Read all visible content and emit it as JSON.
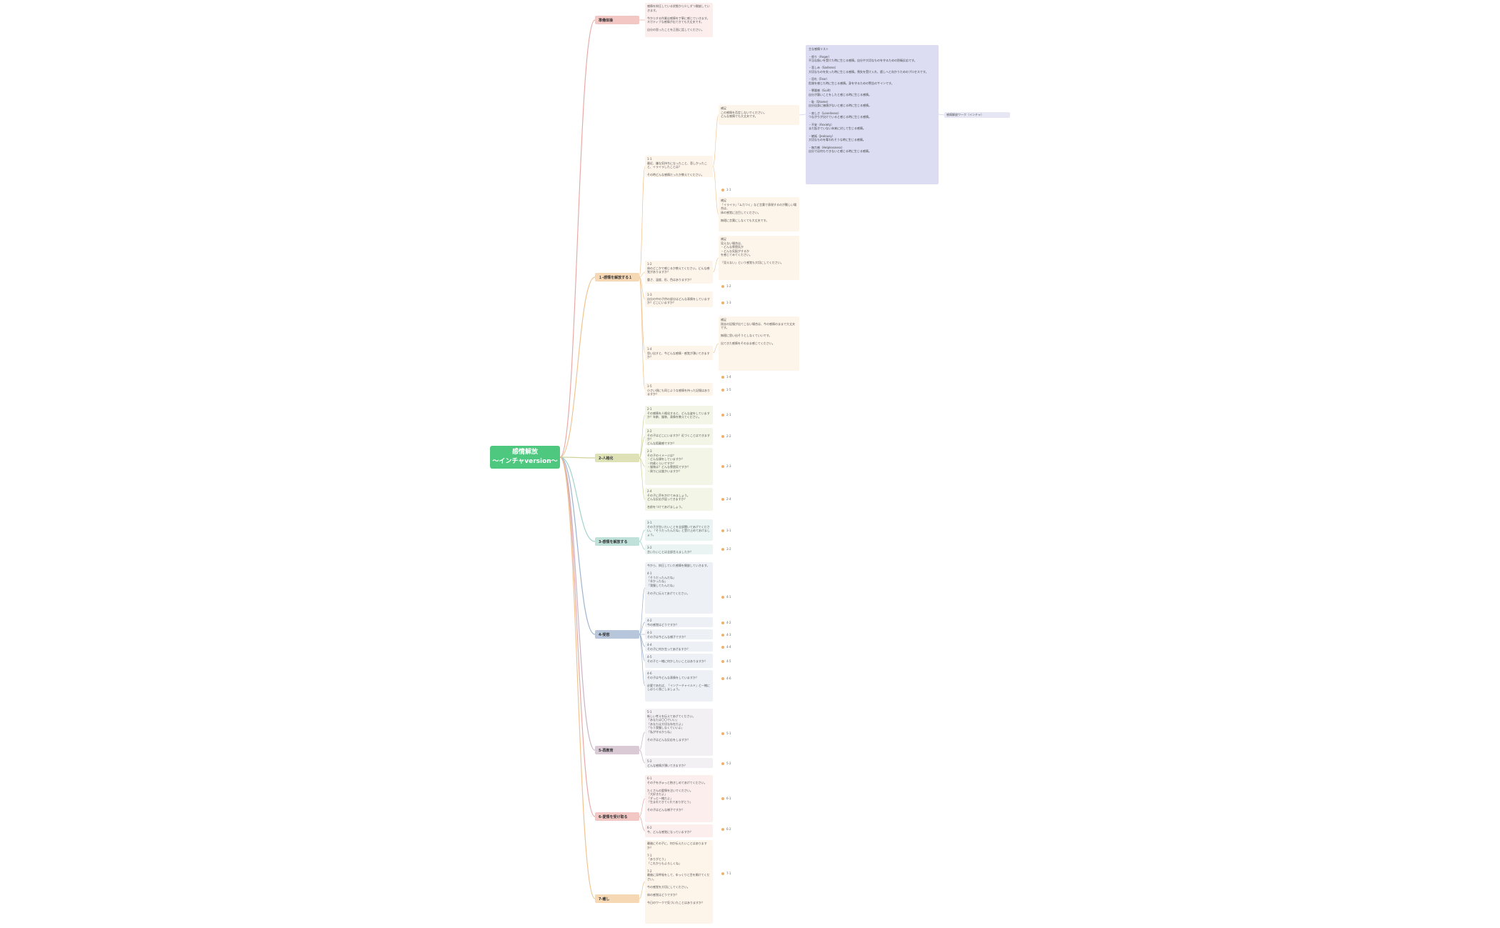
{
  "root": {
    "title": "感情解放\n〜インチャversion〜"
  },
  "branches": [
    {
      "label": "準備体操"
    },
    {
      "label": "１-感情を解放する１"
    },
    {
      "label": "2-人格化"
    },
    {
      "label": "3-感情を解放する"
    },
    {
      "label": "4-受容"
    },
    {
      "label": "5-再教育"
    },
    {
      "label": "6-愛情を受け取る"
    },
    {
      "label": "7-癒し"
    }
  ],
  "notes": [
    {
      "text": "感情を抑圧している状態から少しずつ開放していきます。\n\n今からする作業は感情を丁寧に感じていきます。ネガティブな感情が出てきても大丈夫です。\n\n自分の思ったことを正直に話してください。"
    },
    {
      "text": "1-1\n最近、嫌な気持ちになったこと、悲しかったこと、イライラしたことは？\n\nその時どんな感情だったか教えてください。"
    },
    {
      "text": "1-2\n体のどこかで感じるか教えてください。どんな感覚がありますか？\n\n重さ、温度、形、色はありますか？"
    },
    {
      "text": "1-3\n自分の中の子供の部分はどんな表情をしていますか？どこにいますか？"
    },
    {
      "text": "1-4\n思い出すと、今どんな感情・感覚が湧いてきますか？"
    },
    {
      "text": "1-5\n小さい頃にも同じような感情を持った記憶はありますか？"
    },
    {
      "text": "2-1\nその感情を人格化すると、どんな姿をしていますか？年齢、服装、表情を教えてください。"
    },
    {
      "text": "2-2\nその子はどこにいますか？近づくことはできますか？\nどんな距離感ですか？"
    },
    {
      "text": "2-3\nその子のイメージは？\n・どんな顔をしていますか？\n・何歳くらいですか？\n・服装は？どんな雰囲気ですか？\n・周りには誰かいますか？"
    },
    {
      "text": "2-4\nその子に声をかけてみましょう。\nどんな反応が返ってきますか？\n\n名前をつけてあげましょう。"
    },
    {
      "text": "3-1\nその子が言いたいことを全部聞いてあげてください。「そうだったんだね」と受け止めてあげましょう。"
    },
    {
      "text": "3-2\n言いたいことは全部言えましたか？"
    },
    {
      "text": "今から、抑圧していた感情を開放していきます。\n\n4-1\n「そうだったんだね」\n「辛かったね」\n「我慢してたんだね」\n\nその子に伝えてあげてください。"
    },
    {
      "text": "4-2\n今の感覚はどうですか？"
    },
    {
      "text": "4-3\nその子は今どんな様子ですか？"
    },
    {
      "text": "4-4\nその子に何か言ってあげますか？"
    },
    {
      "text": "4-5\nその子と一緒に何かしたいことはありますか？"
    },
    {
      "text": "4-6\nその子は今どんな表情をしていますか？\n\n必要であれば、「インナーチャイルド」と一緒にしばらく過ごしましょう。"
    },
    {
      "text": "5-1\n新しい考えを伝えてあげてください。\n「あなたは〇〇でいい」\n「あなたは大切な存在だよ」\n「もう我慢しなくていいよ」\n「私が守るからね」\n\nその子はどんな反応をしますか？"
    },
    {
      "text": "5-2\nどんな感情が湧いてきますか？"
    },
    {
      "text": "6-1\nその子をぎゅっと抱きしめてあげてください。\n\nたくさんの愛情を注いでください。\n「大好きだよ」\n「ずっと一緒だよ」\n「生まれてきてくれてありがとう」\n\nその子はどんな様子ですか？"
    },
    {
      "text": "6-2\n今、どんな感覚になっていますか？"
    },
    {
      "text": "最後にその子に、何か伝えたいことはありますか？\n\n7-1\n「ありがとう」\n「これからもよろしくね」\n\n7-2\n最後に深呼吸をして、ゆっくりと目を開けてください。\n\n今の感覚を大切にしてください。\n\n体の感覚はどうですか？\n\n今日のワークで気づいたことはありますか？"
    }
  ],
  "leaves": [
    {
      "text": "補足\nこの感情を否定しないでください。\nどんな感情でも大丈夫です。"
    },
    {
      "text": "補足\n「イライラ」「ムカつく」など言葉で表現するのが難しい場合は、\n体の感覚に注目してください。\n\n無理に言葉にしなくても大丈夫です。"
    },
    {
      "text": "補足\n見えない場合は、\n・どんな雰囲気か\n・どんな気配がするか\nを感じてみてください。\n\n「見えない」という感覚も大切にしてください。"
    },
    {
      "text": "補足\n過去の記憶が出てこない場合は、今の感情のままで大丈夫です。\n\n無理に思い出そうとしなくていいです。\n\n出てきた感情をそのまま感じてください。"
    }
  ],
  "refs": [
    "1-1",
    "1-2",
    "1-3",
    "1-4",
    "1-5",
    "2-1",
    "2-2",
    "2-3",
    "2-4",
    "3-1",
    "3-2",
    "4-1",
    "4-2",
    "4-3",
    "4-4",
    "4-5",
    "4-6",
    "5-1",
    "5-2",
    "6-1",
    "6-2",
    "7-1"
  ],
  "emotion_note": {
    "text": "主な感情リスト\n\n・怒り（Anger）\n不当な扱いを受けた時に生じる感情。自分や大切なものを守るための防衛反応です。\n\n・悲しみ（Sadness）\n大切なものを失った時に生じる感情。喪失を受け入れ、癒しへと向かうためのプロセスです。\n\n・恐れ（Fear）\n危険を感じた時に生じる感情。身を守るための警告のサインです。\n\n・罪悪感（Guilt）\n自分が悪いことをしたと感じる時に生じる感情。\n\n・恥（Shame）\n自分自身に価値がないと感じる時に生じる感情。\n\n・寂しさ（Loneliness）\nつながりが欠けていると感じる時に生じる感情。\n\n・不安（Anxiety）\nまだ起きていない未来に対して生じる感情。\n\n・嫉妬（Jealousy）\n大切なものを奪われそうな時に生じる感情。\n\n・無力感（Helplessness）\n自分では何もできないと感じる時に生じる感情。"
  },
  "tag": {
    "text": "感情解放ワーク（インチャ）"
  }
}
